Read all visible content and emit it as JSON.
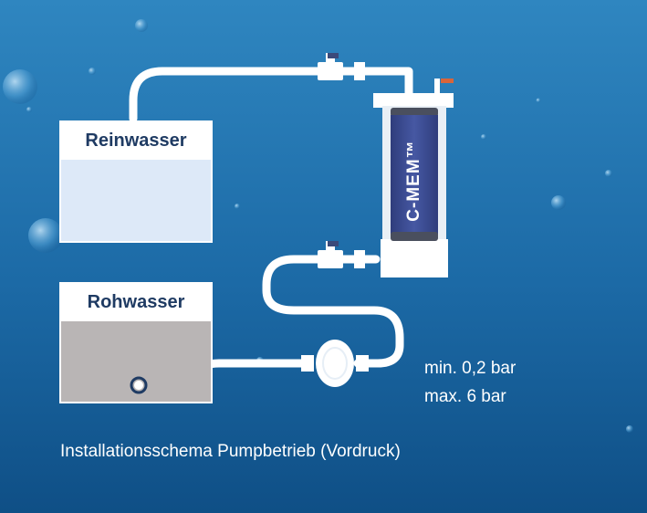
{
  "diagram": {
    "caption": "Installationsschema Pumpbetrieb (Vordruck)",
    "tanks": {
      "clean": {
        "label": "Reinwasser",
        "fill": "#dde9f8"
      },
      "raw": {
        "label": "Rohwasser",
        "fill": "#b9b5b5"
      }
    },
    "filter": {
      "label": "C-MEM™",
      "color": "#3d4d91"
    },
    "pressure": {
      "min": "min. 0,2 bar",
      "max": "max. 6 bar"
    },
    "colors": {
      "background_top": "#2f86c0",
      "background_bottom": "#0f4f86",
      "pipe": "#ffffff",
      "valve_handle": "#3b4a7a",
      "vent_cap": "#d9653a"
    }
  }
}
